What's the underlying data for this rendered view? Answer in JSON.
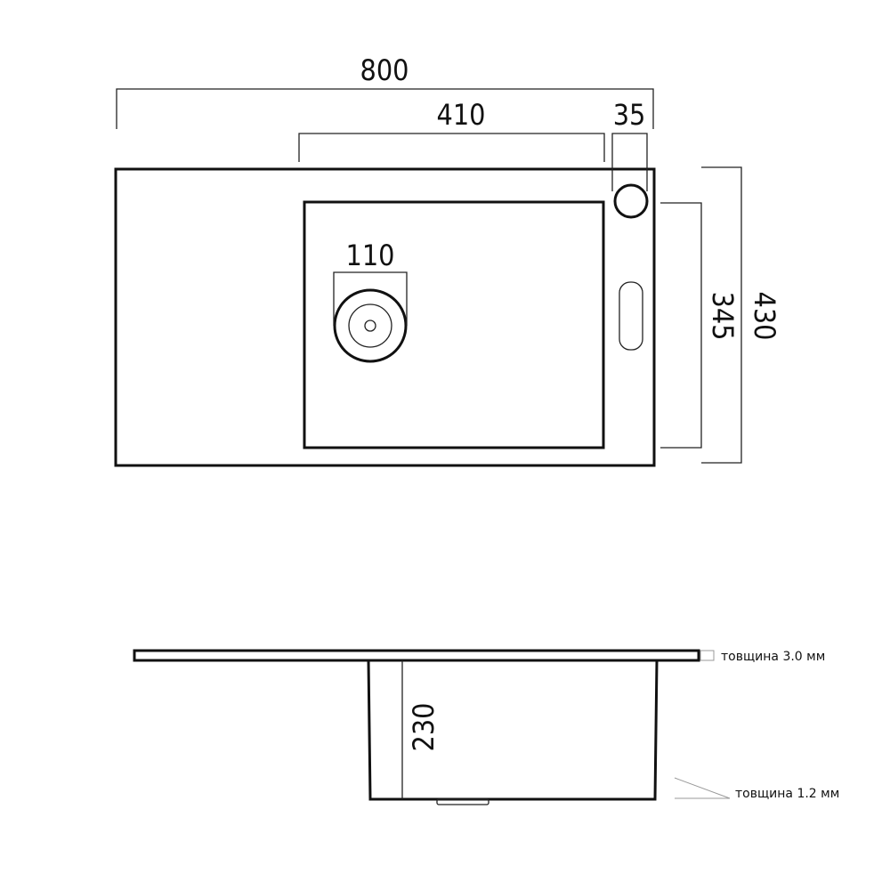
{
  "top_view": {
    "dim_total_width": "800",
    "dim_basin_width": "410",
    "dim_tap_offset": "35",
    "dim_drain_diameter": "110",
    "dim_basin_depth": "345",
    "dim_total_depth": "430"
  },
  "side_view": {
    "dim_bowl_depth": "230",
    "note_top_thickness": "товщина 3.0 мм",
    "note_bowl_thickness": "товщина 1.2 мм"
  }
}
